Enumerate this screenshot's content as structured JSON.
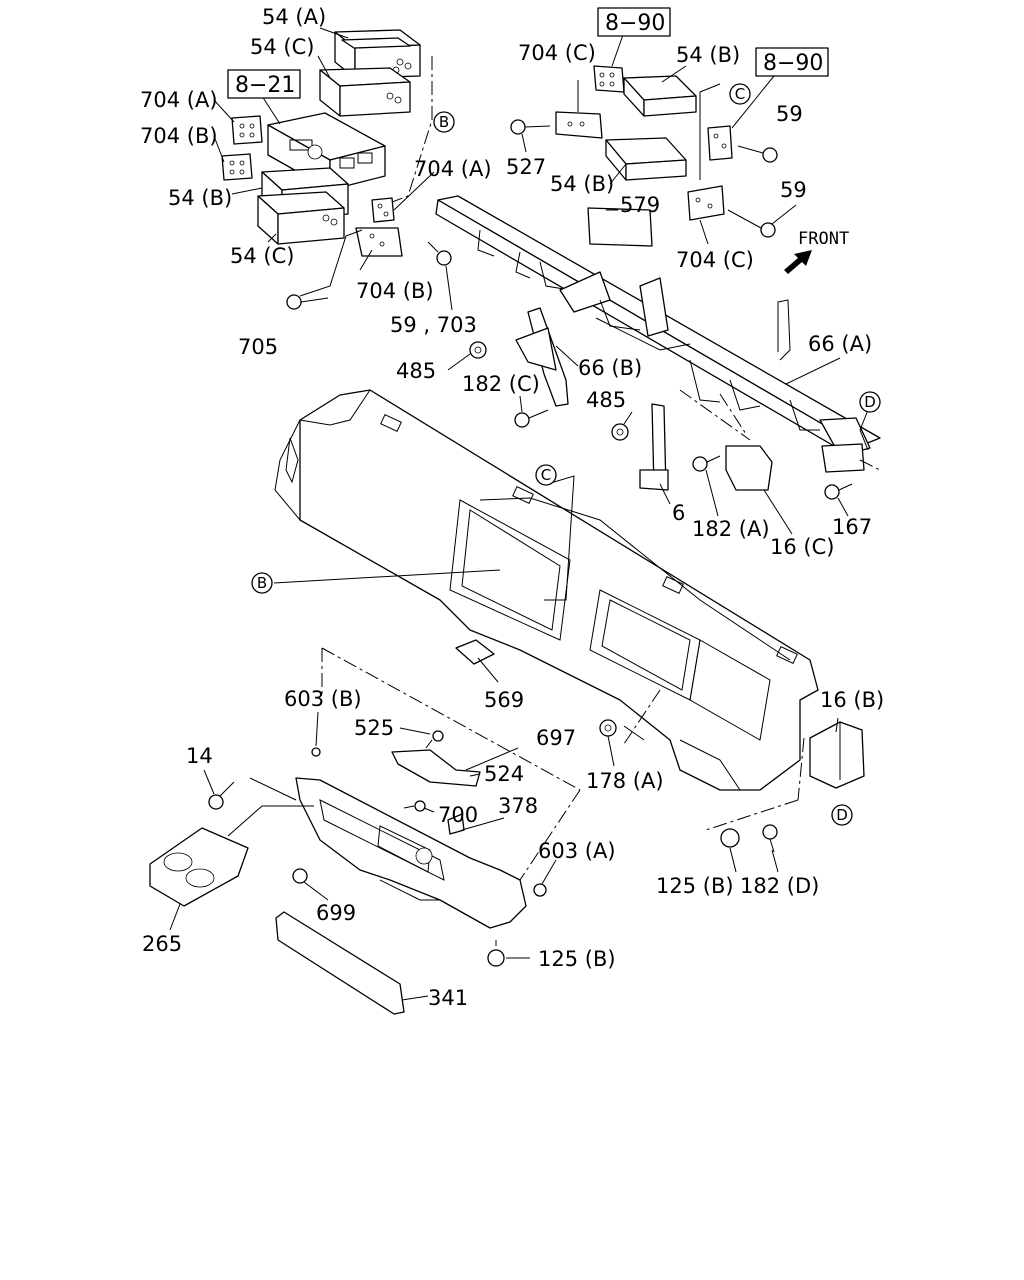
{
  "labels": {
    "p54a_top": "54 (A)",
    "p54c_top": "54 (C)",
    "p704a_left": "704 (A)",
    "p704b_left": "704 (B)",
    "p54b_left": "54 (B)",
    "p54c_left": "54 (C)",
    "p704a_mid": "704 (A)",
    "p704b_mid": "704 (B)",
    "p59_703": "59 , 703",
    "p705": "705",
    "p704c_top": "704 (C)",
    "p527": "527",
    "p54b_top": "54 (B)",
    "p54b_mid": "54 (B)",
    "p579": "579",
    "p59_a": "59",
    "p59_b": "59",
    "p704c_right": "704 (C)",
    "p66a": "66 (A)",
    "p66b": "66 (B)",
    "p485_a": "485",
    "p485_b": "485",
    "p182c": "182 (C)",
    "p6": "6",
    "p182a": "182 (A)",
    "p16c": "16 (C)",
    "p167": "167",
    "p569": "569",
    "p603b": "603 (B)",
    "p525": "525",
    "p697": "697",
    "p14": "14",
    "p524": "524",
    "p700": "700",
    "p378": "378",
    "p178a": "178 (A)",
    "p603a": "603 (A)",
    "p699": "699",
    "p265": "265",
    "p125b_low": "125 (B)",
    "p341": "341",
    "p16b": "16 (B)",
    "p125b_right": "125 (B)",
    "p182d": "182 (D)"
  },
  "ref_boxes": {
    "ref_8_21": "8−21",
    "ref_8_90_a": "8−90",
    "ref_8_90_b": "8−90"
  },
  "callouts": {
    "b": "B",
    "c": "C",
    "d": "D"
  },
  "front_indicator": "FRONT"
}
